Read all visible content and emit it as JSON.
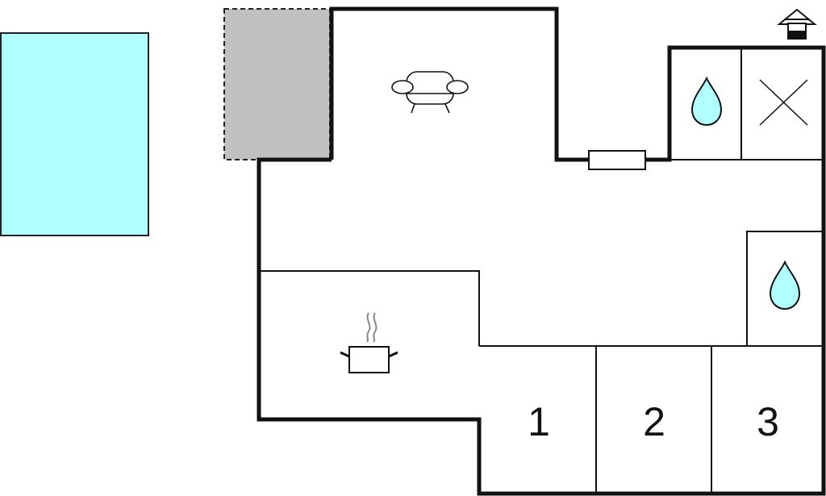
{
  "floorplan": {
    "colors": {
      "pool": "#b2ffff",
      "terrace": "#c0c0c0",
      "wall": "#111111",
      "water_drop": "#b2ffff",
      "background": "#ffffff"
    },
    "icons": {
      "entrance": "house-entrance-icon",
      "living": "sofa-icon",
      "kitchen": "steaming-pot-icon",
      "bathroom": "water-drop-icon",
      "toilet": "x-cross-icon"
    },
    "bedrooms": [
      {
        "label": "1"
      },
      {
        "label": "2"
      },
      {
        "label": "3"
      }
    ]
  }
}
